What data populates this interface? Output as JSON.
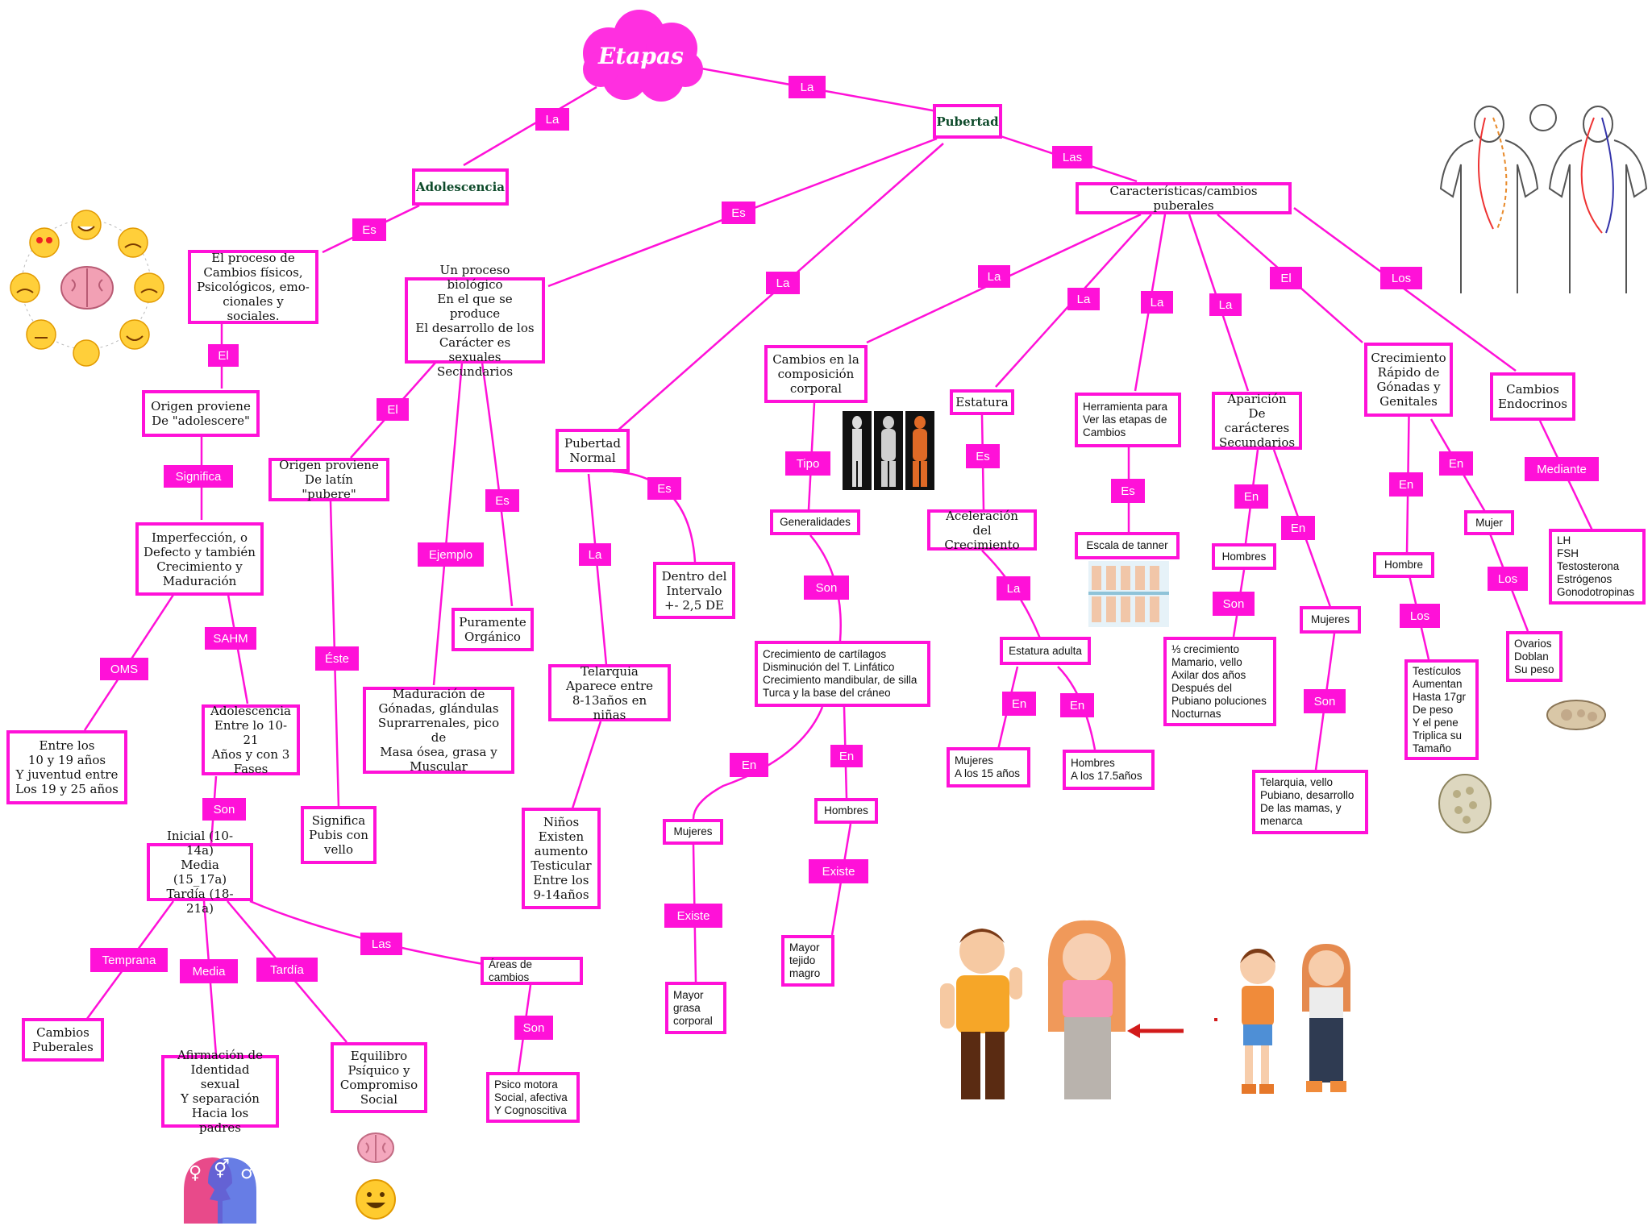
{
  "root": "Etapas",
  "connectors": {
    "la_pubertad": "La",
    "la_adolescencia": "La",
    "las_caracteristicas": "Las",
    "es_adolescencia": "Es",
    "es_pubertad": "Es",
    "la_pubertad_normal": "La",
    "la_composicion": "La",
    "la_estatura": "La",
    "la_herramienta": "La",
    "la_aparicion": "La",
    "el_crecimiento": "El",
    "los_cambios": "Los",
    "el_adolescere": "El",
    "significa_1": "Significa",
    "oms": "OMS",
    "sahm": "SAHM",
    "son_fases": "Son",
    "temprana": "Temprana",
    "media": "Media",
    "tardia": "Tardía",
    "las_areas": "Las",
    "son_areas": "Son",
    "el_pubere": "El",
    "este": "Éste",
    "ejemplo": "Ejemplo",
    "es_organico": "Es",
    "la_telarquia": "La",
    "es_intervalo": "Es",
    "tipo": "Tipo",
    "son_generalidades": "Son",
    "en_mujeres_comp": "En",
    "en_hombres_comp": "En",
    "existe_mujeres": "Existe",
    "existe_hombres": "Existe",
    "es_aceleracion": "Es",
    "la_estatura_adulta": "La",
    "en_mujeres_est": "En",
    "en_hombres_est": "En",
    "es_tanner": "Es",
    "en_hombres_sec": "En",
    "en_mujeres_sec": "En",
    "son_hombres_sec": "Son",
    "son_mujeres_sec": "Son",
    "en_hombre_gon": "En",
    "en_mujer_gon": "En",
    "los_testiculos": "Los",
    "los_ovarios": "Los",
    "mediante": "Mediante"
  },
  "nodes": {
    "pubertad": "Pubertad",
    "adolescencia": "Adolescencia",
    "caracteristicas": "Características/cambios puberales",
    "proceso_cambios": "El proceso de\nCambios físicos,\nPsicológicos, emo-\ncionales y sociales.",
    "origen_adolescere": "Origen proviene\nDe \"adolescere\"",
    "imperfeccion": "Imperfección, o\nDefecto y también\nCrecimiento y\nMaduración",
    "entre_edades": "Entre los\n10 y 19 años\nY juventud entre\nLos 19 y 25 años",
    "adolescencia_fases": "Adolescencia\nEntre lo 10-21\nAños y con 3\nFases",
    "fases": "Inicial (10-14a)\nMedia (15_17a)\nTardía (18-21a)",
    "cambios_puberales": "Cambios\nPuberales",
    "afirmacion": "Afirmación de\nIdentidad sexual\nY separación\nHacia los padres",
    "equilibro": "Equilibro\nPsíquico y\nCompromiso\nSocial",
    "areas_cambios": "Áreas de cambios",
    "psico_motora": "Psico motora\nSocial, afectiva\nY Cognoscitiva",
    "proceso_biologico": "Un proceso biológico\nEn el que se produce\nEl desarrollo de los\nCarácter es sexuales\nSecundarios",
    "origen_pubere": "Origen proviene\nDe latín \"pubere\"",
    "pubis_vello": "Significa\nPubis con\nvello",
    "maduracion": "Maduración de\nGónadas, glándulas\nSuprarrenales, pico de\nMasa ósea, grasa y\nMuscular",
    "puramente_organico": "Puramente\nOrgánico",
    "pubertad_normal": "Pubertad\nNormal",
    "telarquia_ninas": "Telarquia\nAparece entre\n8-13años en niñas",
    "ninos_testicular": "Niños\nExisten\naumento\nTesticular\nEntre los\n9-14años",
    "dentro_intervalo": "Dentro del\nIntervalo\n+- 2,5 DE",
    "composicion": "Cambios en la\ncomposición\ncorporal",
    "generalidades": "Generalidades",
    "crecimiento_cartilagos": "Crecimiento de cartílagos\nDisminución del T. Linfático\nCrecimiento mandibular, de silla\nTurca y la base del cráneo",
    "mujeres_comp": "Mujeres",
    "hombres_comp": "Hombres",
    "mayor_grasa": "Mayor\ngrasa\ncorporal",
    "mayor_magro": "Mayor\ntejido\nmagro",
    "estatura": "Estatura",
    "aceleracion": "Aceleración del\nCrecimiento",
    "estatura_adulta": "Estatura adulta",
    "mujeres_15": "Mujeres\nA los 15 años",
    "hombres_17": "Hombres\nA los 17.5años",
    "herramienta": "Herramienta para\nVer las etapas de\nCambios",
    "tanner": "Escala de tanner",
    "aparicion": "Aparición\nDe carácteres\nSecundarios",
    "hombres_sec": "Hombres",
    "mujeres_sec": "Mujeres",
    "crecimiento_mamario": "⅓ crecimiento\nMamario, vello\nAxilar dos años\nDespués del\nPubiano poluciones\nNocturnas",
    "telarquia_vello": "Telarquia, vello\nPubiano, desarrollo\nDe las mamas, y\n menarca",
    "crecimiento_gonadas": "Crecimiento\nRápido de\nGónadas y\nGenitales",
    "hombre_gon": "Hombre",
    "mujer_gon": "Mujer",
    "testiculos": "Testículos\nAumentan\nHasta 17gr\nDe peso\nY el pene\nTriplica su\nTamaño",
    "ovarios": "Ovarios\nDoblan\nSu peso",
    "cambios_endocrinos": "Cambios\nEndocrinos",
    "hormonas": "LH\nFSH\nTestosterona\nEstrógenos\nGonodotropinas"
  },
  "colors": {
    "accent": "#ff11d8",
    "cloud": "#ff2fe0",
    "title_text": "#0d4a2a"
  }
}
